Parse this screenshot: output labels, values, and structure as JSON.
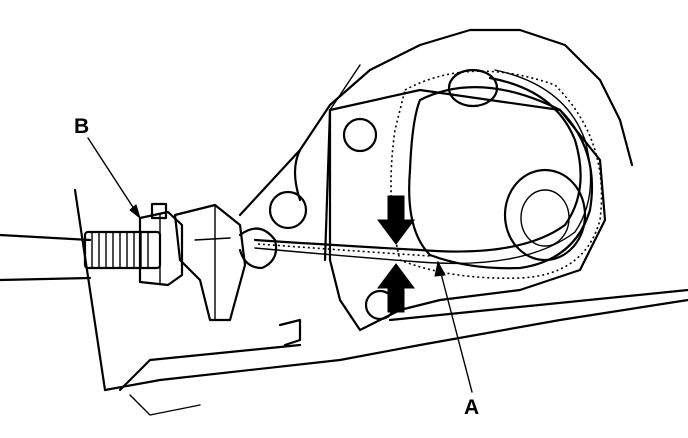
{
  "diagram": {
    "callouts": [
      {
        "id": "a",
        "text": "A"
      },
      {
        "id": "b",
        "text": "B"
      }
    ],
    "colors": {
      "ink": "#000000",
      "background": "#ffffff"
    }
  }
}
